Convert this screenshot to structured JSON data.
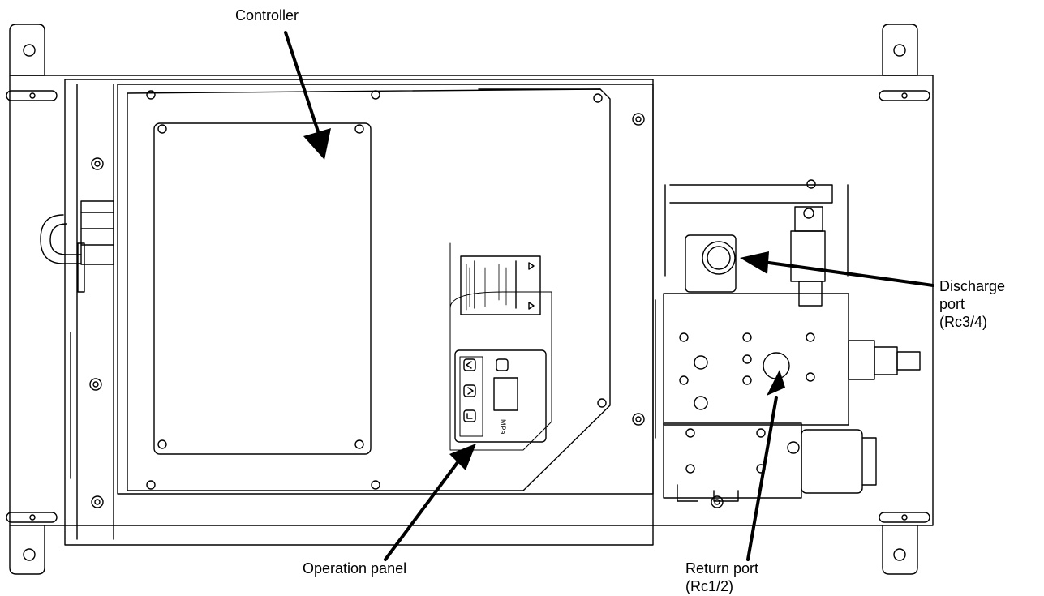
{
  "labels": {
    "controller": "Controller",
    "operation_panel": "Operation panel",
    "discharge_port_line1": "Discharge",
    "discharge_port_line2": "port",
    "discharge_port_line3": "(Rc3/4)",
    "return_port_line1": "Return port",
    "return_port_line2": "(Rc1/2)"
  },
  "panel_display": {
    "unit": "MPa"
  },
  "colors": {
    "line": "#000000",
    "background": "#ffffff"
  }
}
